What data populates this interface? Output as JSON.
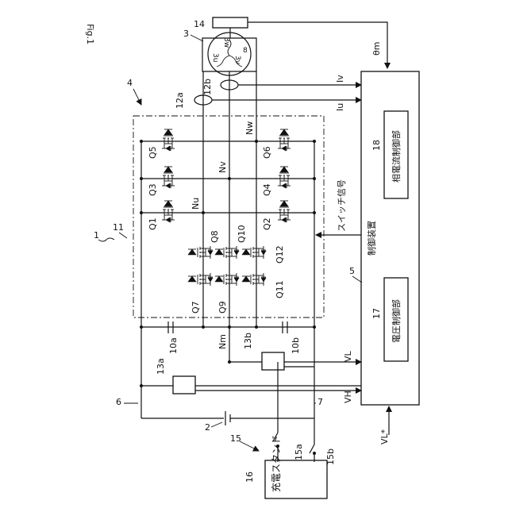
{
  "figure_label": "Fig.1",
  "ref_3": "3",
  "ref_14": "14",
  "ref_4": "4",
  "ref_12a": "12a",
  "ref_12b": "12b",
  "ref_11": "11",
  "ref_1": "1",
  "ref_5": "5",
  "ref_18": "18",
  "ref_17": "17",
  "ref_10a": "10a",
  "ref_10b": "10b",
  "ref_13a": "13a",
  "ref_13b": "13b",
  "ref_6": "6",
  "ref_7": "7",
  "ref_2": "2",
  "ref_15": "15",
  "ref_15a": "15a",
  "ref_15b": "15b",
  "ref_16": "16",
  "theta_m": "θm",
  "signal_iv": "Iv",
  "signal_iu": "Iu",
  "signal_vl": "VL",
  "signal_vh": "VH",
  "signal_vl_star": "VL*",
  "switch_signal": "スイッチ信号",
  "controller_name": "制御装置",
  "phase_current_control": "相電流制御部",
  "voltage_control": "電圧制御部",
  "charging_stand": "充電スタンド",
  "node_nu": "Nu",
  "node_nv": "Nv",
  "node_nw": "Nw",
  "node_nm": "Nm",
  "coil_3u": "3u",
  "coil_3v": "3v",
  "coil_3w": "3w",
  "motor_8": "8",
  "q1": "Q1",
  "q2": "Q2",
  "q3": "Q3",
  "q4": "Q4",
  "q5": "Q5",
  "q6": "Q6",
  "q7": "Q7",
  "q8": "Q8",
  "q9": "Q9",
  "q10": "Q10",
  "q11": "Q11",
  "q12": "Q12"
}
